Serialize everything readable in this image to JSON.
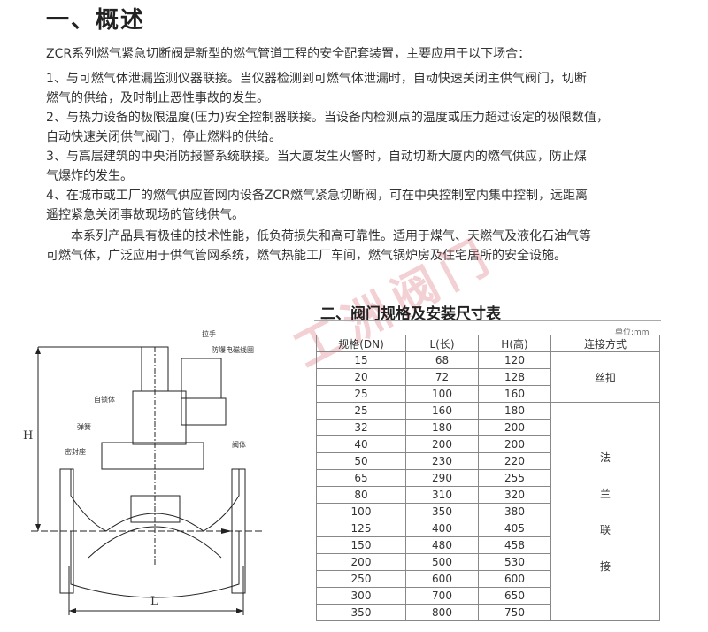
{
  "section1": {
    "title": "一、概述",
    "lines": [
      "ZCR系列燃气紧急切断阀是新型的燃气管道工程的安全配套装置，主要应用于以下场合：",
      "1、与可燃气体泄漏监测仪器联接。当仪器检测到可燃气体泄漏时，自动快速关闭主供气阀门，切断",
      "燃气的供给，及时制止恶性事故的发生。",
      "2、与热力设备的极限温度(压力)安全控制器联接。当设备内检测点的温度或压力超过设定的极限数值，",
      "自动快速关闭供气阀门，停止燃料的供给。",
      "3、与高层建筑的中央消防报警系统联接。当大厦发生火警时，自动切断大厦内的燃气供应，防止煤",
      "气爆炸的发生。",
      "4、在城市或工厂的燃气供应管网内设备ZCR燃气紧急切断阀，可在中央控制室内集中控制，远距离",
      "遥控紧急关闭事故现场的管线供气。",
      "　　本系列产品具有极佳的技术性能，低负荷损失和高可靠性。适用于煤气、天燃气及液化石油气等",
      "可燃气体，广泛应用于供气管网系统，燃气热能工厂车间，燃气锅炉房及住宅居所的安全设施。"
    ]
  },
  "section2": {
    "title": "二、阀门规格及安装尺寸表",
    "unit": "单位:mm",
    "headers": [
      "规格(DN)",
      "L(长)",
      "H(高)",
      "连接方式"
    ],
    "rows": [
      [
        "15",
        "68",
        "120"
      ],
      [
        "20",
        "72",
        "128"
      ],
      [
        "25",
        "100",
        "160"
      ],
      [
        "25",
        "160",
        "180"
      ],
      [
        "32",
        "180",
        "200"
      ],
      [
        "40",
        "200",
        "200"
      ],
      [
        "50",
        "230",
        "220"
      ],
      [
        "65",
        "290",
        "255"
      ],
      [
        "80",
        "310",
        "320"
      ],
      [
        "100",
        "350",
        "380"
      ],
      [
        "125",
        "400",
        "405"
      ],
      [
        "150",
        "480",
        "458"
      ],
      [
        "200",
        "500",
        "530"
      ],
      [
        "250",
        "600",
        "600"
      ],
      [
        "300",
        "700",
        "650"
      ],
      [
        "350",
        "800",
        "750"
      ]
    ],
    "conn_thread": "丝扣",
    "conn_flange": [
      "法",
      "兰",
      "联",
      "接"
    ]
  },
  "diagram": {
    "labels": [
      "拉手",
      "防爆电磁线圈",
      "自锁体",
      "弹簧",
      "密封座",
      "阀体"
    ],
    "dim_h": "H",
    "dim_l": "L"
  },
  "watermark": "工洲阀门"
}
